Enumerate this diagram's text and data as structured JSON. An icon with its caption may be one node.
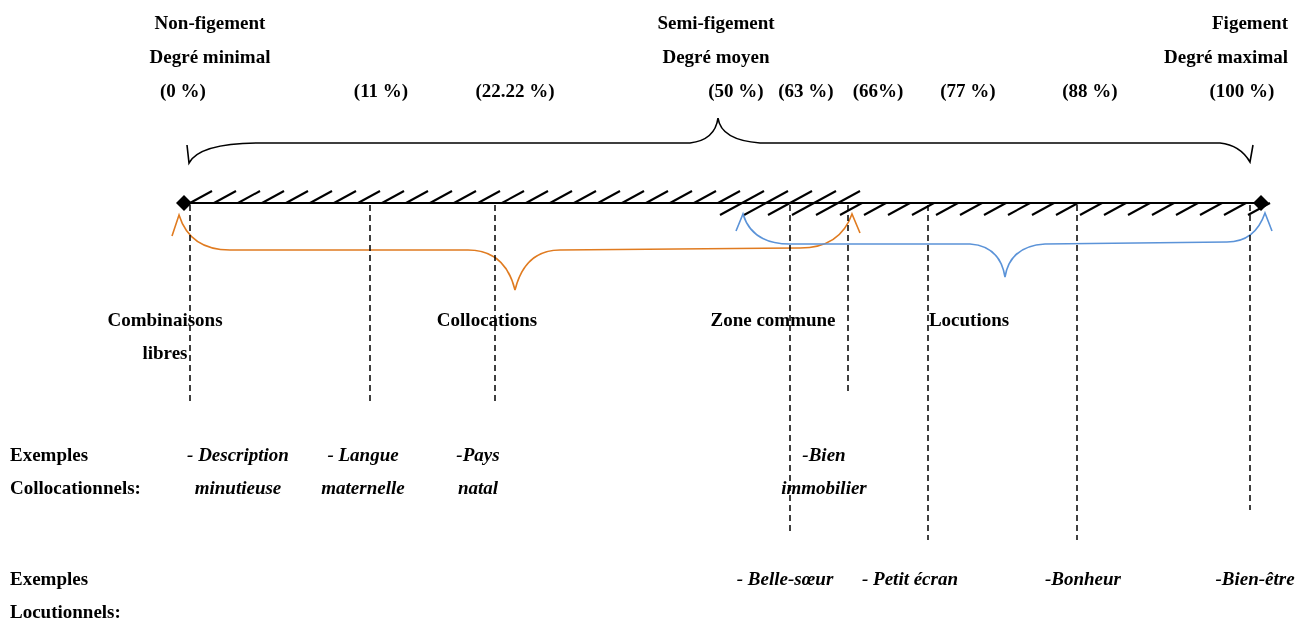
{
  "diagram": {
    "labels": [
      "Non-figement",
      "Semi-figement",
      "Figement",
      "Degré minimal",
      "Degré moyen",
      "Degré maximal",
      "(0 %)",
      "(11 %)",
      "(22.22 %)",
      "(50 %)",
      "(63 %)",
      "(66%)",
      "(77 %)",
      "(88 %)",
      "(100 %)",
      "Combinaisons libres",
      "Collocations",
      "Zone commune",
      "Locutions",
      "Exemples Collocationnels:",
      "- Description minutieuse",
      "- Langue maternelle",
      "-Pays natal",
      "-Bien immobilier",
      "Exemples Locutionnels:",
      "- Belle-sœur",
      "- Petit écran",
      "-Bonheur",
      "-Bien-être"
    ]
  }
}
